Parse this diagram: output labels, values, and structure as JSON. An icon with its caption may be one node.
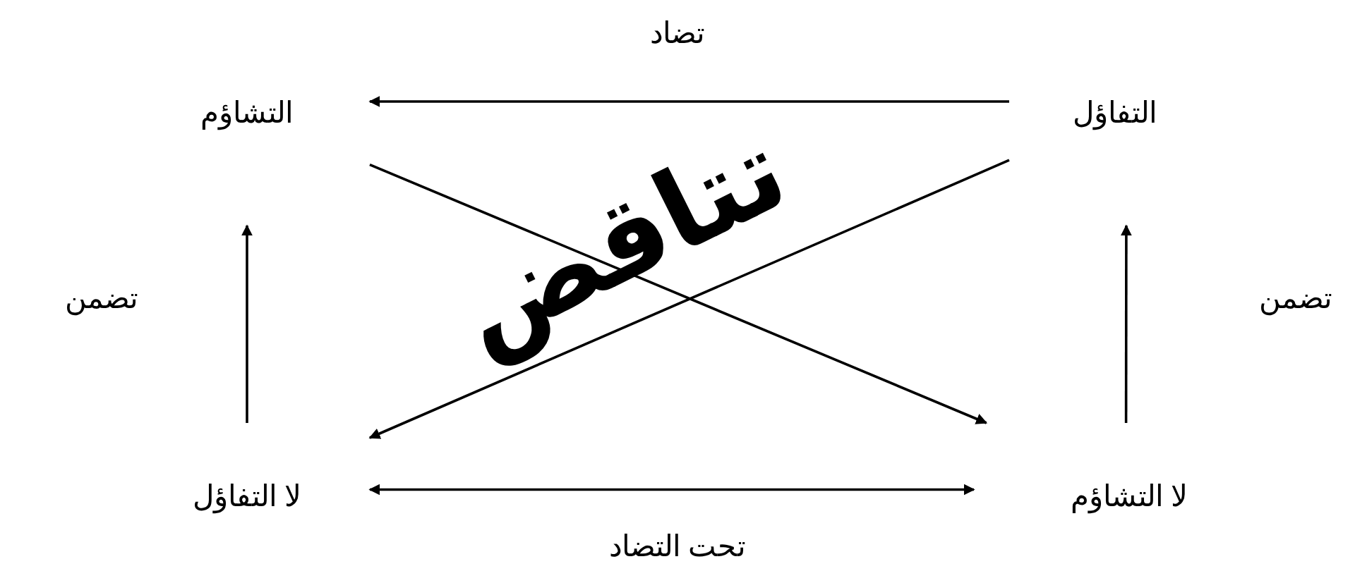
{
  "diagram": {
    "nodes": [
      {
        "text": [
          "التفاؤل"
        ]
      },
      {
        "text": [
          "التشاؤم"
        ]
      },
      {
        "text": [
          "لا التفاؤل"
        ]
      },
      {
        "text": [
          "لا التشاؤم"
        ]
      }
    ],
    "edges": [
      {
        "from": 0,
        "to": 1,
        "arrow": "to",
        "label": "تضاد"
      },
      {
        "from": 2,
        "to": 3,
        "arrow": "both",
        "label": "تحت التضاد"
      },
      {
        "from": 2,
        "to": 1,
        "arrow": "to",
        "label": "تضمن"
      },
      {
        "from": 3,
        "to": 0,
        "arrow": "to",
        "label": "تضمن"
      },
      {
        "from": 1,
        "to": 3,
        "arrow": "to"
      },
      {
        "from": 0,
        "to": 2,
        "arrow": "to",
        "label": "تتاقض"
      }
    ]
  }
}
